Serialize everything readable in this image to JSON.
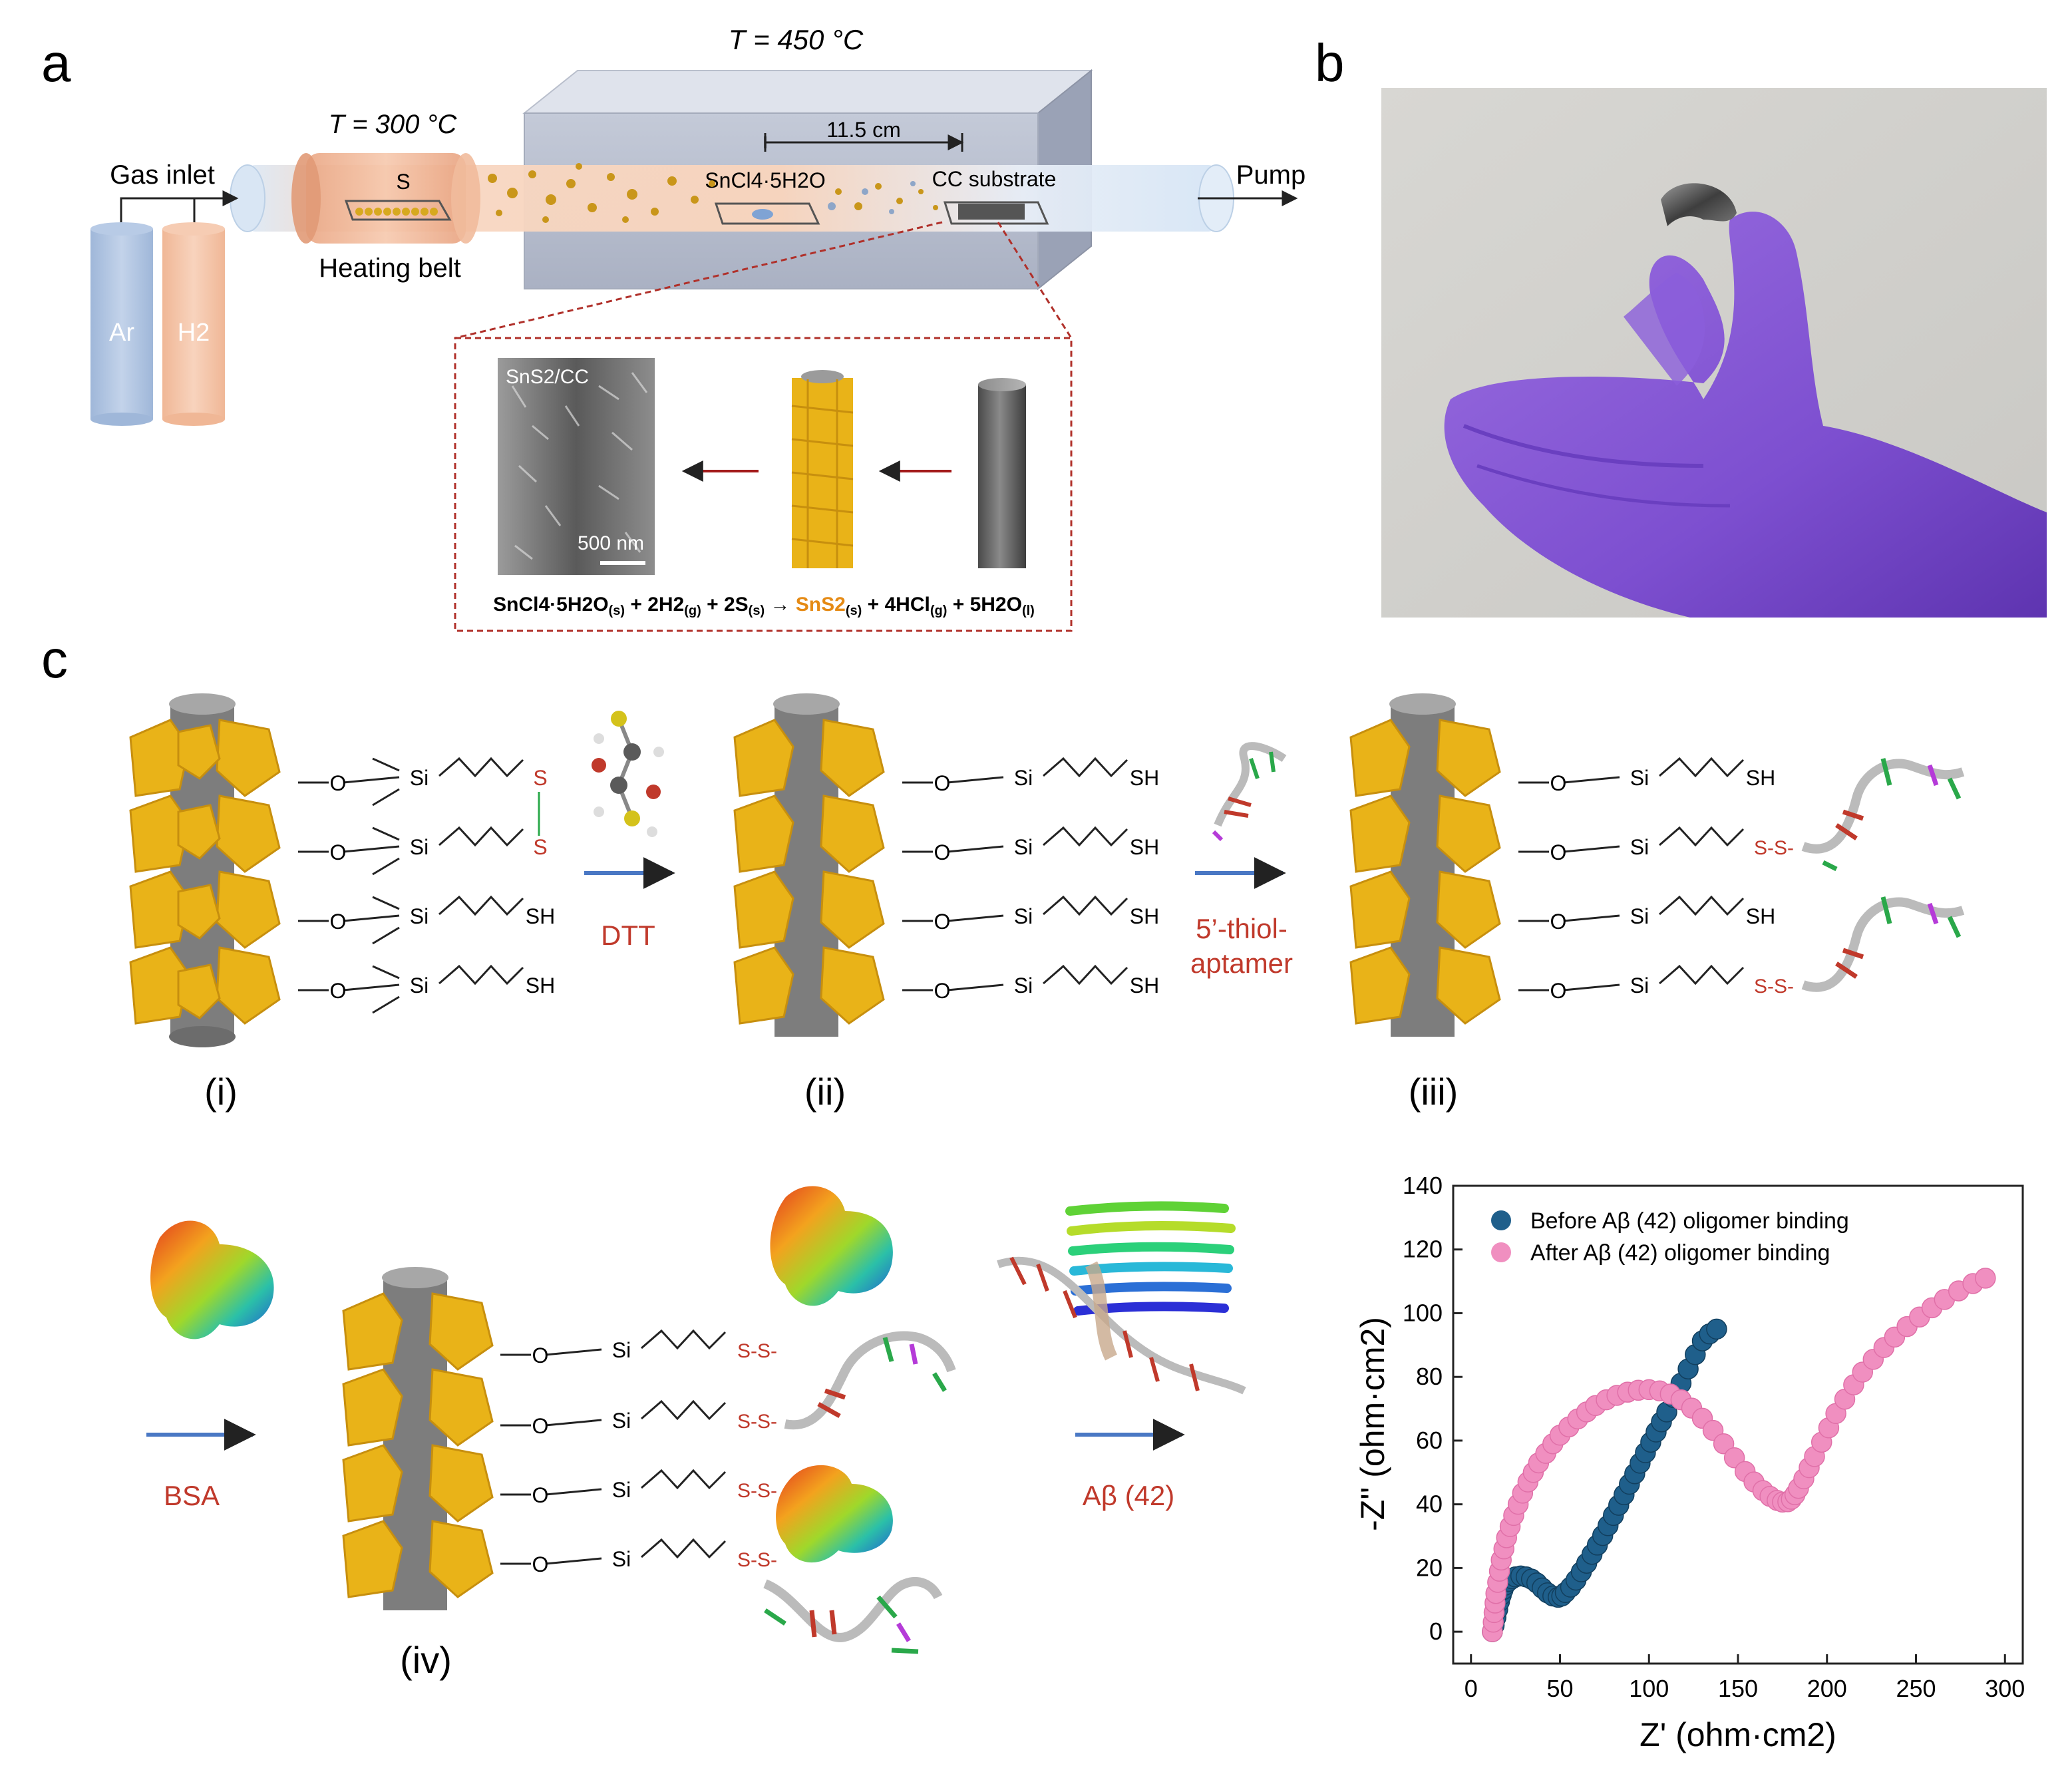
{
  "panels": {
    "a": {
      "label": "a",
      "t_furnace": "T = 450 °C",
      "t_belt": "T = 300 °C",
      "distance": "11.5 cm",
      "gas_inlet": "Gas inlet",
      "pump": "Pump",
      "sulfur": "S",
      "precursor": "SnCl4·5H2O",
      "substrate": "CC substrate",
      "heating_belt": "Heating belt",
      "cyl_ar": "Ar",
      "cyl_h2": "H2",
      "sem_label": "SnS2/CC",
      "scale_bar": "500 nm",
      "reaction": {
        "p1": "SnCl4·5H2O",
        "p2": "(s)",
        "p3": " + 2H2",
        "p4": "(g)",
        "p5": " + 2S",
        "p6": "(s)",
        "p7": " → ",
        "p8": "SnS2",
        "p9": "(s)",
        "p10": " + 4HCl",
        "p11": "(g)",
        "p12": " + 5H2O",
        "p13": "(l)"
      }
    },
    "b": {
      "label": "b"
    },
    "c": {
      "label": "c",
      "stages": [
        "(i)",
        "(ii)",
        "(iii)",
        "(iv)"
      ],
      "step_dtt": "DTT",
      "step_aptamer_1": "5’-thiol-",
      "step_aptamer_2": "aptamer",
      "step_bsa": "BSA",
      "step_abeta": "Aβ (42)",
      "atoms": {
        "o": "O",
        "si": "Si",
        "s": "S",
        "sh": "SH",
        "ss": "S-S-"
      }
    }
  },
  "chart_data": {
    "type": "scatter",
    "xlabel": "Z' (ohm·cm2)",
    "ylabel": "-Z'' (ohm·cm2)",
    "xlim": [
      -10,
      310
    ],
    "ylim": [
      -10,
      140
    ],
    "xticks": [
      0,
      50,
      100,
      150,
      200,
      250,
      300
    ],
    "yticks": [
      0,
      20,
      40,
      60,
      80,
      100,
      120,
      140
    ],
    "legend_position": "top-left",
    "series": [
      {
        "name": "Before Aβ (42) oligomer binding",
        "color": "#1f5f8b",
        "x": [
          12,
          13,
          14,
          15,
          16,
          17,
          18,
          19,
          21,
          23,
          25,
          28,
          31,
          34,
          37,
          40,
          43,
          46,
          49,
          51,
          53,
          56,
          59,
          62,
          65,
          68,
          71,
          74,
          77,
          80,
          83,
          86,
          89,
          92,
          95,
          98,
          101,
          104,
          107,
          110,
          114,
          118,
          122,
          126,
          130,
          134,
          138
        ],
        "y": [
          0,
          2,
          4.5,
          7,
          9.5,
          11.5,
          13.2,
          14.6,
          15.8,
          16.6,
          17.2,
          17.5,
          17.2,
          16.5,
          15.3,
          13.7,
          12.2,
          11.2,
          10.8,
          11.2,
          12.3,
          14,
          16.2,
          18.8,
          21.5,
          24.3,
          27.2,
          30.2,
          33.3,
          36.5,
          39.7,
          43,
          46.3,
          49.6,
          52.9,
          56.2,
          59.5,
          62.7,
          65.9,
          69,
          73.5,
          78,
          82.5,
          87,
          91.3,
          93.5,
          95
        ]
      },
      {
        "name": "After Aβ (42) oligomer binding",
        "color": "#f08fc0",
        "x": [
          12,
          12.5,
          13,
          13.5,
          14,
          15,
          16,
          17,
          18.5,
          20,
          22,
          24,
          26.5,
          29,
          32,
          35,
          38,
          42,
          46,
          50,
          55,
          60,
          65,
          70,
          76,
          82,
          88,
          94,
          100,
          106,
          112,
          118,
          124,
          130,
          136,
          142,
          148,
          154,
          159,
          164,
          168,
          172,
          175,
          178,
          180,
          182,
          184,
          187,
          190,
          193,
          197,
          201,
          205,
          210,
          215,
          220,
          226,
          232,
          238,
          245,
          252,
          259,
          266,
          274,
          282,
          289
        ],
        "y": [
          0,
          3,
          6,
          9,
          12,
          15.5,
          19,
          22.5,
          26,
          29.5,
          33,
          36.5,
          40,
          43.5,
          47,
          50,
          53,
          56,
          59,
          61.7,
          64.3,
          66.8,
          69,
          71,
          72.8,
          74.2,
          75.2,
          75.8,
          76,
          75.6,
          74.6,
          72.8,
          70.2,
          67,
          63.2,
          59,
          54.6,
          50.3,
          47,
          44.3,
          42.5,
          41.2,
          40.7,
          40.8,
          41.6,
          43,
          45,
          48,
          51.5,
          55,
          59.5,
          64,
          68.5,
          73,
          77.5,
          81.5,
          85.5,
          89.2,
          92.5,
          95.8,
          98.8,
          101.7,
          104.3,
          107,
          109.3,
          111
        ]
      }
    ]
  }
}
